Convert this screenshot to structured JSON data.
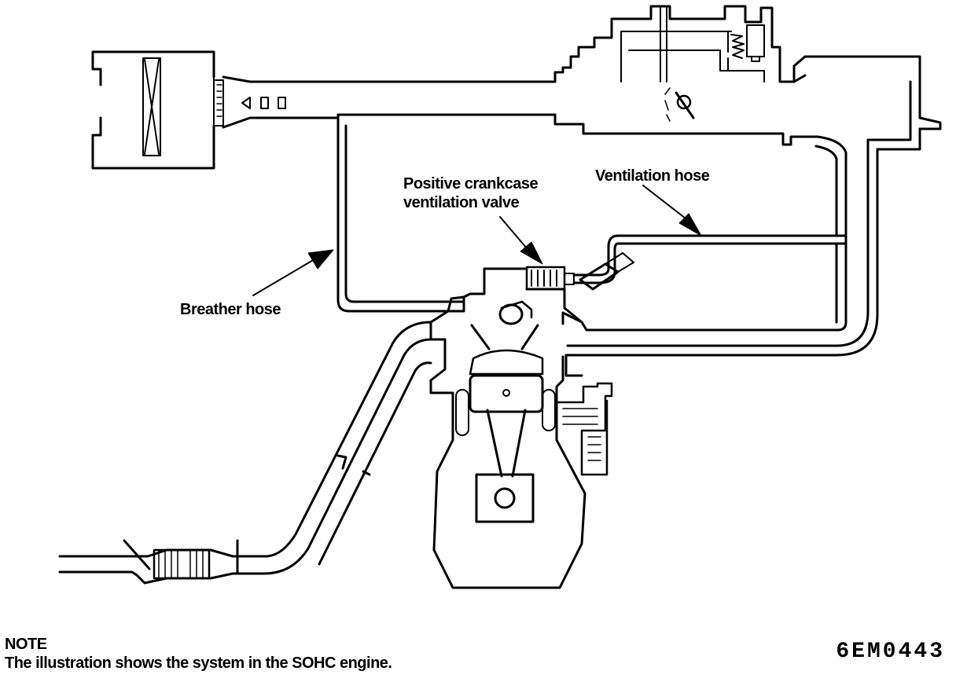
{
  "labels": {
    "pcv_valve_line1": "Positive crankcase",
    "pcv_valve_line2": "ventilation valve",
    "ventilation_hose": "Ventilation hose",
    "breather_hose": "Breather hose"
  },
  "note": {
    "title": "NOTE",
    "text": "The illustration shows the system in the SOHC engine."
  },
  "figure_code": "6EM0443"
}
